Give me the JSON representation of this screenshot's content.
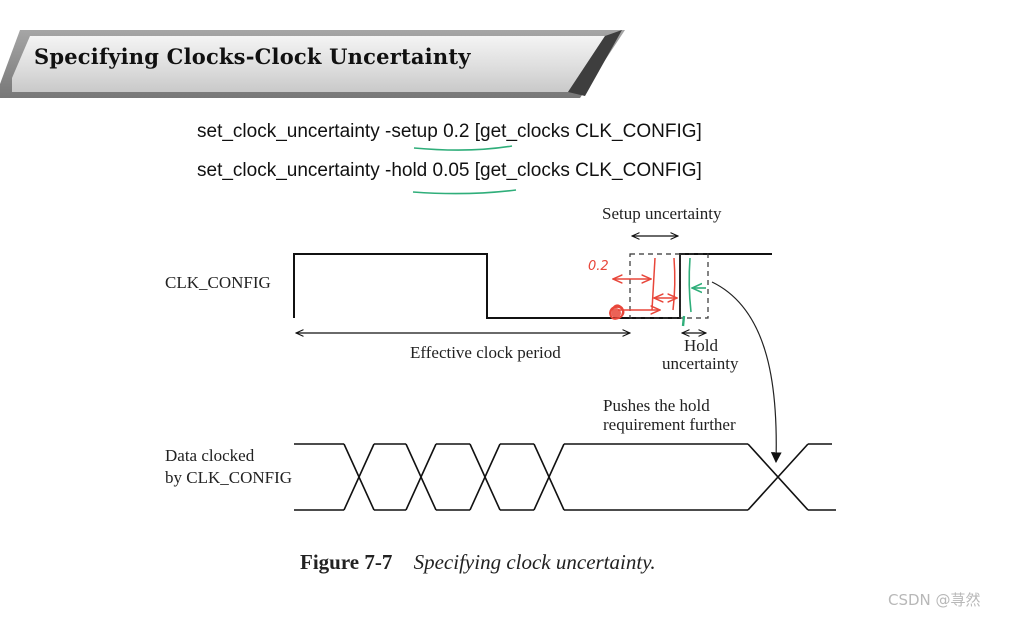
{
  "slide": {
    "title": "Specifying Clocks-Clock Uncertainty"
  },
  "commands": {
    "setup": "set_clock_uncertainty -setup 0.2 [get_clocks CLK_CONFIG]",
    "hold": "set_clock_uncertainty -hold 0.05 [get_clocks CLK_CONFIG]"
  },
  "diagram": {
    "clock_label": "CLK_CONFIG",
    "setup_uncertainty_label": "Setup uncertainty",
    "hold_uncertainty_label_1": "Hold",
    "hold_uncertainty_label_2": "uncertainty",
    "effective_period_label": "Effective clock period",
    "pushes_label_1": "Pushes the hold",
    "pushes_label_2": "requirement further",
    "data_label_1": "Data clocked",
    "data_label_2": "by CLK_CONFIG",
    "handwritten_note": "0.2",
    "colors": {
      "annotation_red": "#e8463a",
      "annotation_green": "#2fae7a",
      "waveform": "#111111"
    }
  },
  "caption": {
    "number": "Figure 7-7",
    "text": "Specifying clock uncertainty."
  },
  "watermark": "CSDN @荨然"
}
